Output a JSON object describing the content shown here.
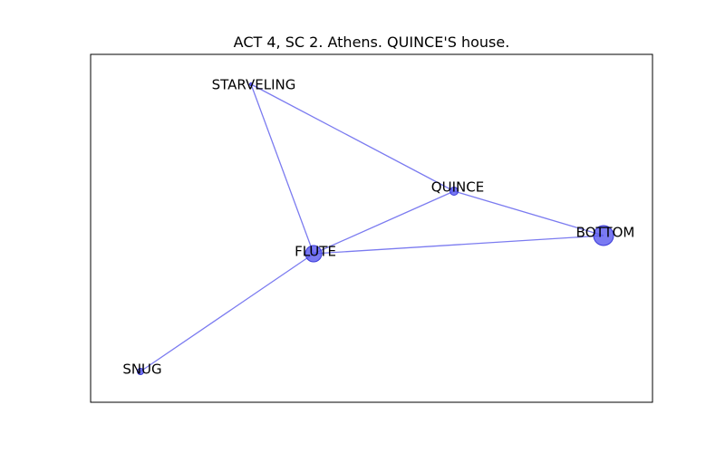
{
  "title": "ACT 4, SC 2. Athens. QUINCE'S house.",
  "colors": {
    "edge": "#7b7bf0",
    "node": "#5555ee",
    "frame": "#000000",
    "background": "#ffffff"
  },
  "nodes": {
    "starveling": {
      "label": "STARVELING"
    },
    "quince": {
      "label": "QUINCE"
    },
    "bottom": {
      "label": "BOTTOM"
    },
    "flute": {
      "label": "FLUTE"
    },
    "snug": {
      "label": "SNUG"
    }
  },
  "edges": [
    {
      "from": "STARVELING",
      "to": "QUINCE"
    },
    {
      "from": "STARVELING",
      "to": "FLUTE"
    },
    {
      "from": "QUINCE",
      "to": "BOTTOM"
    },
    {
      "from": "QUINCE",
      "to": "FLUTE"
    },
    {
      "from": "FLUTE",
      "to": "BOTTOM"
    },
    {
      "from": "FLUTE",
      "to": "SNUG"
    }
  ]
}
